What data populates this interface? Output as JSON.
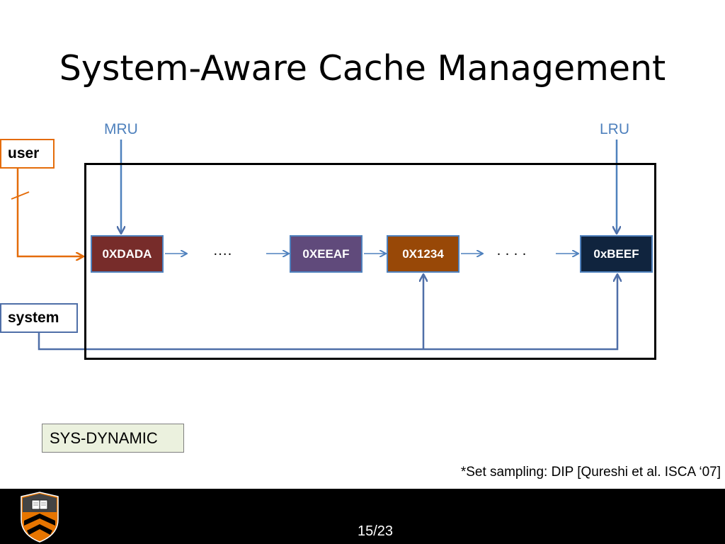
{
  "slide": {
    "title": "System-Aware Cache Management",
    "footnote": "*Set sampling: DIP [Qureshi et al. ISCA ‘07]",
    "page_number": "15/23"
  },
  "diagram": {
    "mru_label": "MRU",
    "lru_label": "LRU",
    "user_label": "user",
    "system_label": "system",
    "policy_label": "SYS-DYNAMIC",
    "blocks": [
      {
        "label": "0XDADA",
        "color": "#772c2a"
      },
      {
        "label": "0XEEAF",
        "color": "#604a7b"
      },
      {
        "label": "0X1234",
        "color": "#984807"
      },
      {
        "label": "0xBEEF",
        "color": "#10243e"
      }
    ],
    "ellipsis_1": "….",
    "ellipsis_2": ". . . .",
    "colors": {
      "pointer": "#4f81bd",
      "user": "#e46c0a",
      "system": "#4f6fa8"
    }
  },
  "logo": {
    "icon": "princeton-shield-icon"
  }
}
